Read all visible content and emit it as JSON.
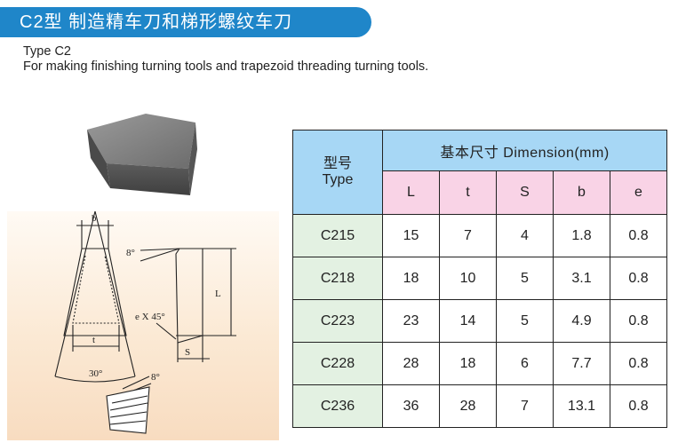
{
  "header": {
    "title": "C2型  制造精车刀和梯形螺纹车刀"
  },
  "subtitle": {
    "line1": "Type C2",
    "line2": "For making finishing turning tools and trapezoid threading turning tools."
  },
  "drawing": {
    "labels": {
      "b": "b",
      "angle_top": "8°",
      "L": "L",
      "chamfer": "e X 45°",
      "t": "t",
      "S": "S",
      "angle_bottom": "30°",
      "angle_side": "8°"
    }
  },
  "table": {
    "header_type_cn": "型号",
    "header_type_en": "Type",
    "header_dimension": "基本尺寸  Dimension(mm)",
    "columns": [
      "L",
      "t",
      "S",
      "b",
      "e"
    ],
    "rows": [
      {
        "type": "C215",
        "values": [
          "15",
          "7",
          "4",
          "1.8",
          "0.8"
        ]
      },
      {
        "type": "C218",
        "values": [
          "18",
          "10",
          "5",
          "3.1",
          "0.8"
        ]
      },
      {
        "type": "C223",
        "values": [
          "23",
          "14",
          "5",
          "4.9",
          "0.8"
        ]
      },
      {
        "type": "C228",
        "values": [
          "28",
          "18",
          "6",
          "7.7",
          "0.8"
        ]
      },
      {
        "type": "C236",
        "values": [
          "36",
          "28",
          "7",
          "13.1",
          "0.8"
        ]
      }
    ]
  },
  "colors": {
    "banner": "#1f86c9",
    "header_blue": "#a7d7f5",
    "header_pink": "#f9d3e6",
    "type_green": "#e3f1e2"
  }
}
